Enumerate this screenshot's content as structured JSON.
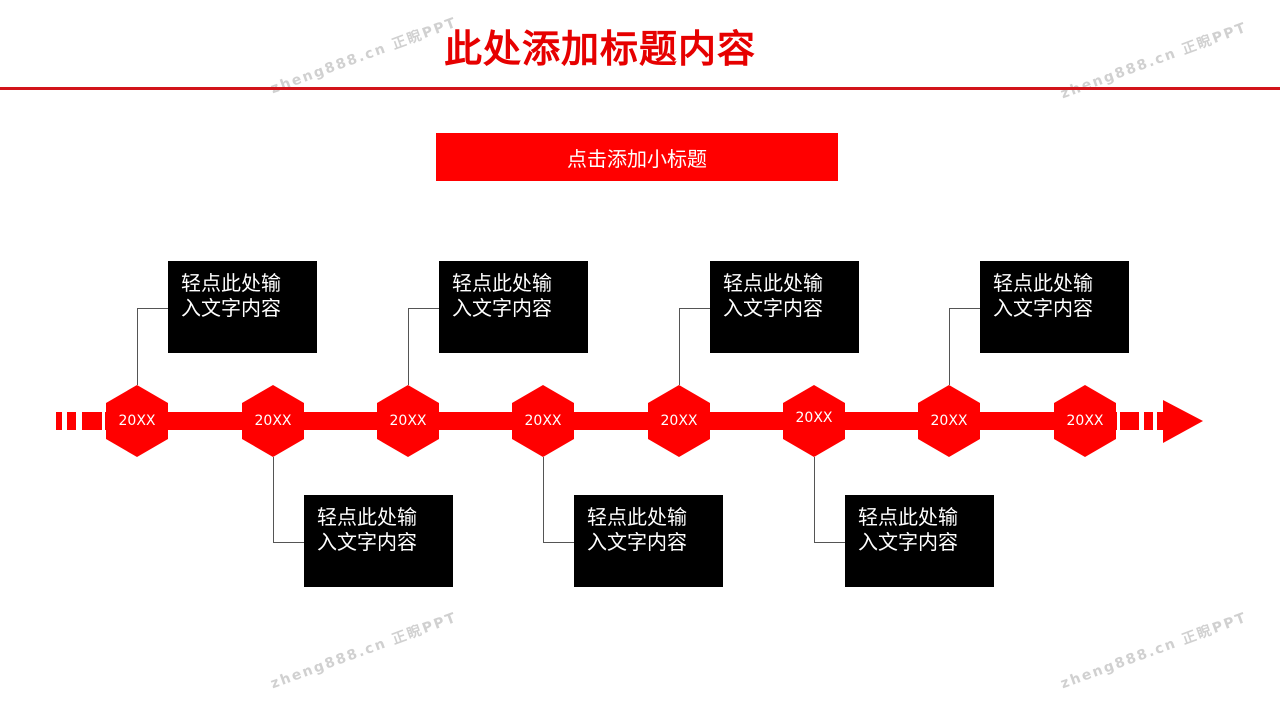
{
  "title": "此处添加标题内容",
  "subtitle": "点击添加小标题",
  "watermark": "zheng888.cn 正睨PPT",
  "accent": "#ff0000",
  "timeline": [
    {
      "year": "20XX",
      "text": [
        "轻点此处输",
        "入文字内容"
      ],
      "position": "top"
    },
    {
      "year": "20XX",
      "text": [
        "轻点此处输",
        "入文字内容"
      ],
      "position": "bottom"
    },
    {
      "year": "20XX",
      "text": [
        "轻点此处输",
        "入文字内容"
      ],
      "position": "top"
    },
    {
      "year": "20XX",
      "text": [
        "轻点此处输",
        "入文字内容"
      ],
      "position": "bottom"
    },
    {
      "year": "20XX",
      "text": [
        "轻点此处输",
        "入文字内容"
      ],
      "position": "top"
    },
    {
      "year": "20XX",
      "text": [
        "轻点此处输",
        "入文字内容"
      ],
      "position": "bottom"
    },
    {
      "year": "20XX",
      "text": [
        "轻点此处输",
        "入文字内容"
      ],
      "position": "top"
    },
    {
      "year": "20XX",
      "position": "none"
    }
  ]
}
